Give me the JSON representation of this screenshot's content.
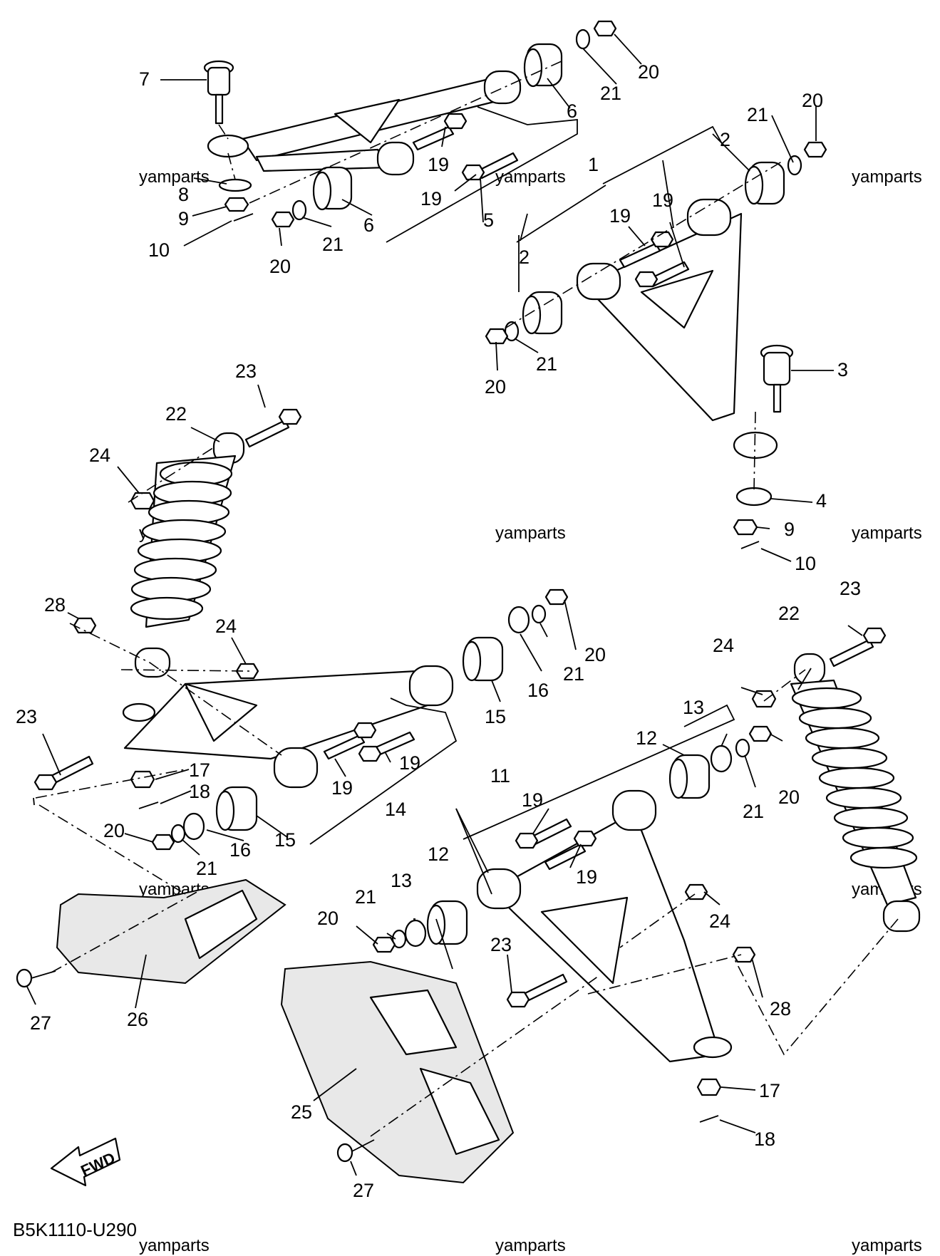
{
  "diagram_code": "B5K1110-U290",
  "fwd_label": "FWD",
  "watermark": "yamparts",
  "callouts": [
    {
      "id": "c7",
      "text": "7"
    },
    {
      "id": "c8",
      "text": "8"
    },
    {
      "id": "c9a",
      "text": "9"
    },
    {
      "id": "c10a",
      "text": "10"
    },
    {
      "id": "c20a",
      "text": "20"
    },
    {
      "id": "c21a",
      "text": "21"
    },
    {
      "id": "c6a",
      "text": "6"
    },
    {
      "id": "c6b",
      "text": "6"
    },
    {
      "id": "c5",
      "text": "5"
    },
    {
      "id": "c19a",
      "text": "19"
    },
    {
      "id": "c19b",
      "text": "19"
    },
    {
      "id": "c21b",
      "text": "21"
    },
    {
      "id": "c20b",
      "text": "20"
    },
    {
      "id": "c1",
      "text": "1"
    },
    {
      "id": "c2a",
      "text": "2"
    },
    {
      "id": "c21c",
      "text": "21"
    },
    {
      "id": "c20c",
      "text": "20"
    },
    {
      "id": "c19c",
      "text": "19"
    },
    {
      "id": "c19d",
      "text": "19"
    },
    {
      "id": "c2b",
      "text": "2"
    },
    {
      "id": "c21d",
      "text": "21"
    },
    {
      "id": "c20d",
      "text": "20"
    },
    {
      "id": "c3",
      "text": "3"
    },
    {
      "id": "c4",
      "text": "4"
    },
    {
      "id": "c9b",
      "text": "9"
    },
    {
      "id": "c10b",
      "text": "10"
    },
    {
      "id": "c23a",
      "text": "23"
    },
    {
      "id": "c22a",
      "text": "22"
    },
    {
      "id": "c24a",
      "text": "24"
    },
    {
      "id": "c28a",
      "text": "28"
    },
    {
      "id": "c24b",
      "text": "24"
    },
    {
      "id": "c20e",
      "text": "20"
    },
    {
      "id": "c21e",
      "text": "21"
    },
    {
      "id": "c16a",
      "text": "16"
    },
    {
      "id": "c15a",
      "text": "15"
    },
    {
      "id": "c23b",
      "text": "23"
    },
    {
      "id": "c17a",
      "text": "17"
    },
    {
      "id": "c18a",
      "text": "18"
    },
    {
      "id": "c19e",
      "text": "19"
    },
    {
      "id": "c19f",
      "text": "19"
    },
    {
      "id": "c14",
      "text": "14"
    },
    {
      "id": "c20f",
      "text": "20"
    },
    {
      "id": "c21f",
      "text": "21"
    },
    {
      "id": "c16b",
      "text": "16"
    },
    {
      "id": "c15b",
      "text": "15"
    },
    {
      "id": "c23c",
      "text": "23"
    },
    {
      "id": "c22b",
      "text": "22"
    },
    {
      "id": "c24c",
      "text": "24"
    },
    {
      "id": "c13a",
      "text": "13"
    },
    {
      "id": "c12a",
      "text": "12"
    },
    {
      "id": "c11",
      "text": "11"
    },
    {
      "id": "c19g",
      "text": "19"
    },
    {
      "id": "c19h",
      "text": "19"
    },
    {
      "id": "c21g",
      "text": "21"
    },
    {
      "id": "c20g",
      "text": "20"
    },
    {
      "id": "c12b",
      "text": "12"
    },
    {
      "id": "c13b",
      "text": "13"
    },
    {
      "id": "c21h",
      "text": "21"
    },
    {
      "id": "c20h",
      "text": "20"
    },
    {
      "id": "c23d",
      "text": "23"
    },
    {
      "id": "c24d",
      "text": "24"
    },
    {
      "id": "c28b",
      "text": "28"
    },
    {
      "id": "c27a",
      "text": "27"
    },
    {
      "id": "c26",
      "text": "26"
    },
    {
      "id": "c25",
      "text": "25"
    },
    {
      "id": "c17b",
      "text": "17"
    },
    {
      "id": "c18b",
      "text": "18"
    },
    {
      "id": "c27b",
      "text": "27"
    }
  ]
}
